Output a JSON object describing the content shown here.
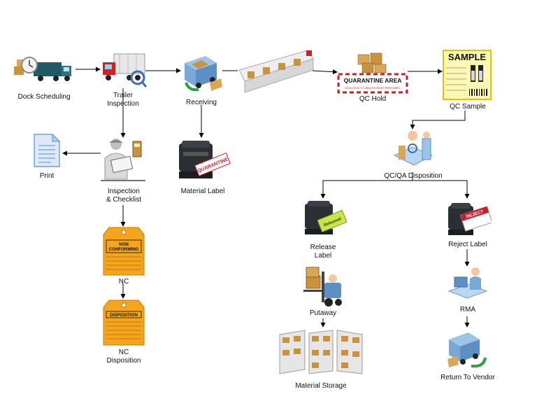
{
  "steps": {
    "dock_scheduling": "Dock Scheduling",
    "trailer_inspection": "Trailer\nInspection",
    "receiving": "Receiving",
    "qc_hold": "QC Hold",
    "qc_sample": "QC Sample",
    "print": "Print",
    "inspection_checklist": "Inspection\n& Checklist",
    "material_label": "Material Label",
    "qc_qa_disposition": "QC/QA Disposition",
    "release_label": "Release\nLabel",
    "reject_label": "Reject Label",
    "nc": "NC",
    "nc_disposition": "NC\nDisposition",
    "putaway": "Putaway",
    "rma": "RMA",
    "material_storage": "Material Storage",
    "return_to_vendor": "Return To Vendor"
  },
  "icon_text": {
    "quarantine_area": "QUARANTINE AREA",
    "quarantine_area_sub": "NO ACCESS TO UNAUTHORIZED PERSONNEL",
    "sample": "SAMPLE",
    "quarantine": "QUARANTINE",
    "non_conforming": "NON\nCONFORMING",
    "disposition": "DISPOSITION",
    "reject": "REJECT",
    "released": "Released"
  },
  "colors": {
    "connector": "#000000",
    "tag_orange": "#f5a51c",
    "truck_cab_red": "#d32027",
    "box_tan": "#c9923f",
    "reject_red": "#c8202a",
    "release_green": "#c8e64a",
    "printer_dark": "#2b2e33"
  }
}
